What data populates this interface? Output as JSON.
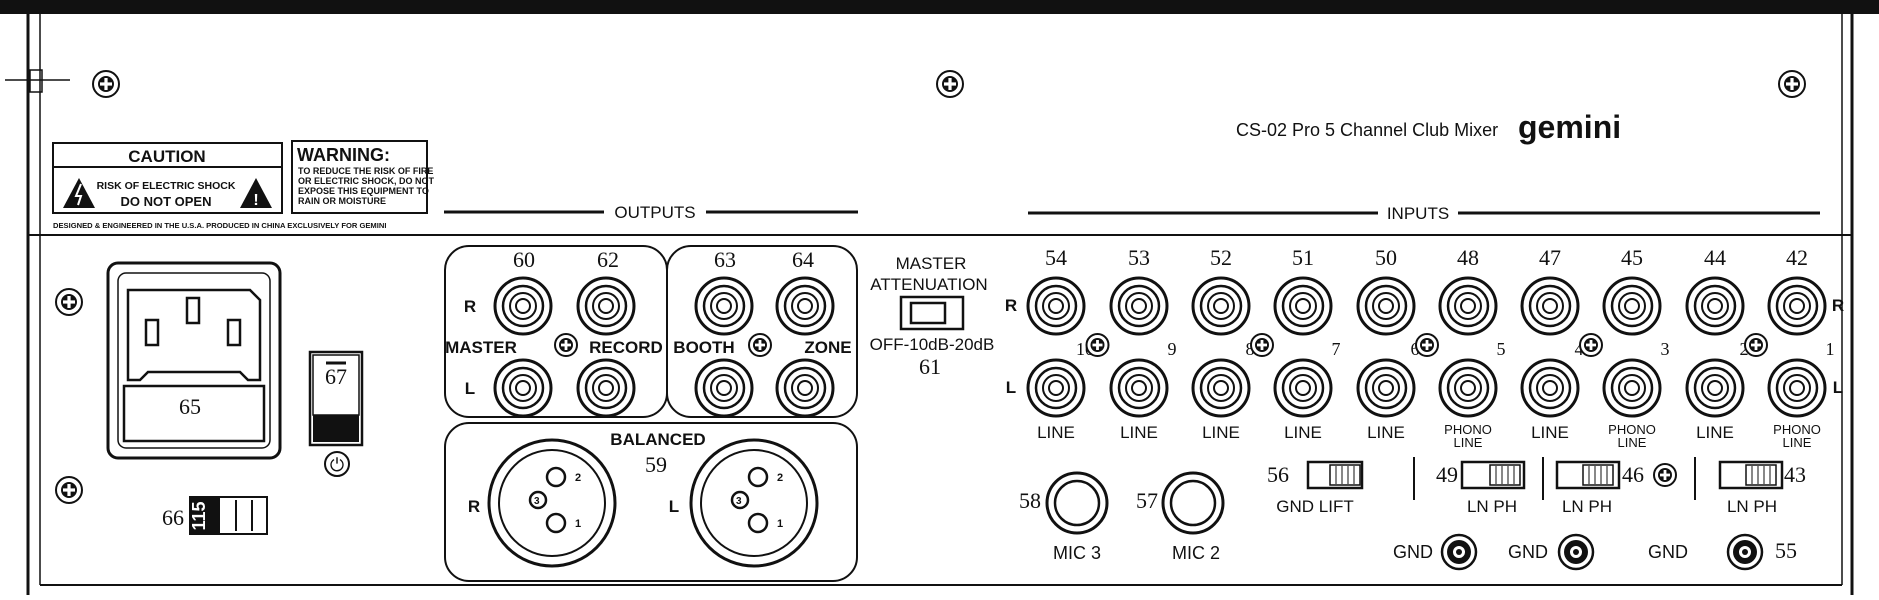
{
  "model_title": "CS-02 Pro 5 Channel Club Mixer",
  "brand": "gemini",
  "caution": {
    "title": "CAUTION",
    "line1": "RISK OF ELECTRIC SHOCK",
    "line2": "DO NOT OPEN"
  },
  "warning": {
    "title": "WARNING:",
    "lines": [
      "TO REDUCE THE RISK OF FIRE",
      "OR ELECTRIC SHOCK, DO NOT",
      "EXPOSE THIS EQUIPMENT TO",
      "RAIN OR MOISTURE"
    ]
  },
  "designed_text": "DESIGNED & ENGINEERED IN THE U.S.A. PRODUCED IN CHINA EXCLUSIVELY FOR GEMINI",
  "outputs_heading": "OUTPUTS",
  "inputs_heading": "INPUTS",
  "power": {
    "socket_num": "65",
    "switch_num": "67",
    "voltage_num": "66",
    "voltage_label": "115",
    "power_symbol": "⏻"
  },
  "outputs": {
    "master_record": {
      "nums": [
        "60",
        "62"
      ],
      "r": "R",
      "l": "L",
      "master": "MASTER",
      "record": "RECORD"
    },
    "booth_zone": {
      "nums": [
        "63",
        "64"
      ],
      "booth": "BOOTH",
      "zone": "ZONE"
    },
    "balanced": {
      "label": "BALANCED",
      "num": "59",
      "r": "R",
      "l": "L",
      "pins": [
        "2",
        "3",
        "1"
      ]
    }
  },
  "attenuation": {
    "title1": "MASTER",
    "title2": "ATTENUATION",
    "options": "OFF-10dB-20dB",
    "num": "61"
  },
  "inputs": {
    "r_label": "R",
    "l_label": "L",
    "pairs": [
      {
        "top": "54",
        "bottom": "10",
        "label": "LINE"
      },
      {
        "top": "53",
        "bottom": "9",
        "label": "LINE"
      },
      {
        "top": "52",
        "bottom": "8",
        "label": "LINE"
      },
      {
        "top": "51",
        "bottom": "7",
        "label": "LINE"
      },
      {
        "top": "50",
        "bottom": "6",
        "label": "LINE"
      },
      {
        "top": "48",
        "bottom": "5",
        "label": "PHONO\nLINE"
      },
      {
        "top": "47",
        "bottom": "4",
        "label": "LINE"
      },
      {
        "top": "45",
        "bottom": "3",
        "label": "PHONO\nLINE"
      },
      {
        "top": "44",
        "bottom": "2",
        "label": "LINE"
      },
      {
        "top": "42",
        "bottom": "1",
        "label": "PHONO\nLINE"
      }
    ]
  },
  "switches": {
    "gnd_lift": {
      "num": "56",
      "label": "GND  LIFT"
    },
    "sw49": {
      "num": "49",
      "label": "LN PH"
    },
    "sw46": {
      "num": "46",
      "label": "LN PH"
    },
    "sw43": {
      "num": "43",
      "label": "LN PH"
    }
  },
  "mics": [
    {
      "num": "58",
      "label": "MIC 3"
    },
    {
      "num": "57",
      "label": "MIC 2"
    }
  ],
  "gnd": {
    "label": "GND",
    "num": "55"
  }
}
